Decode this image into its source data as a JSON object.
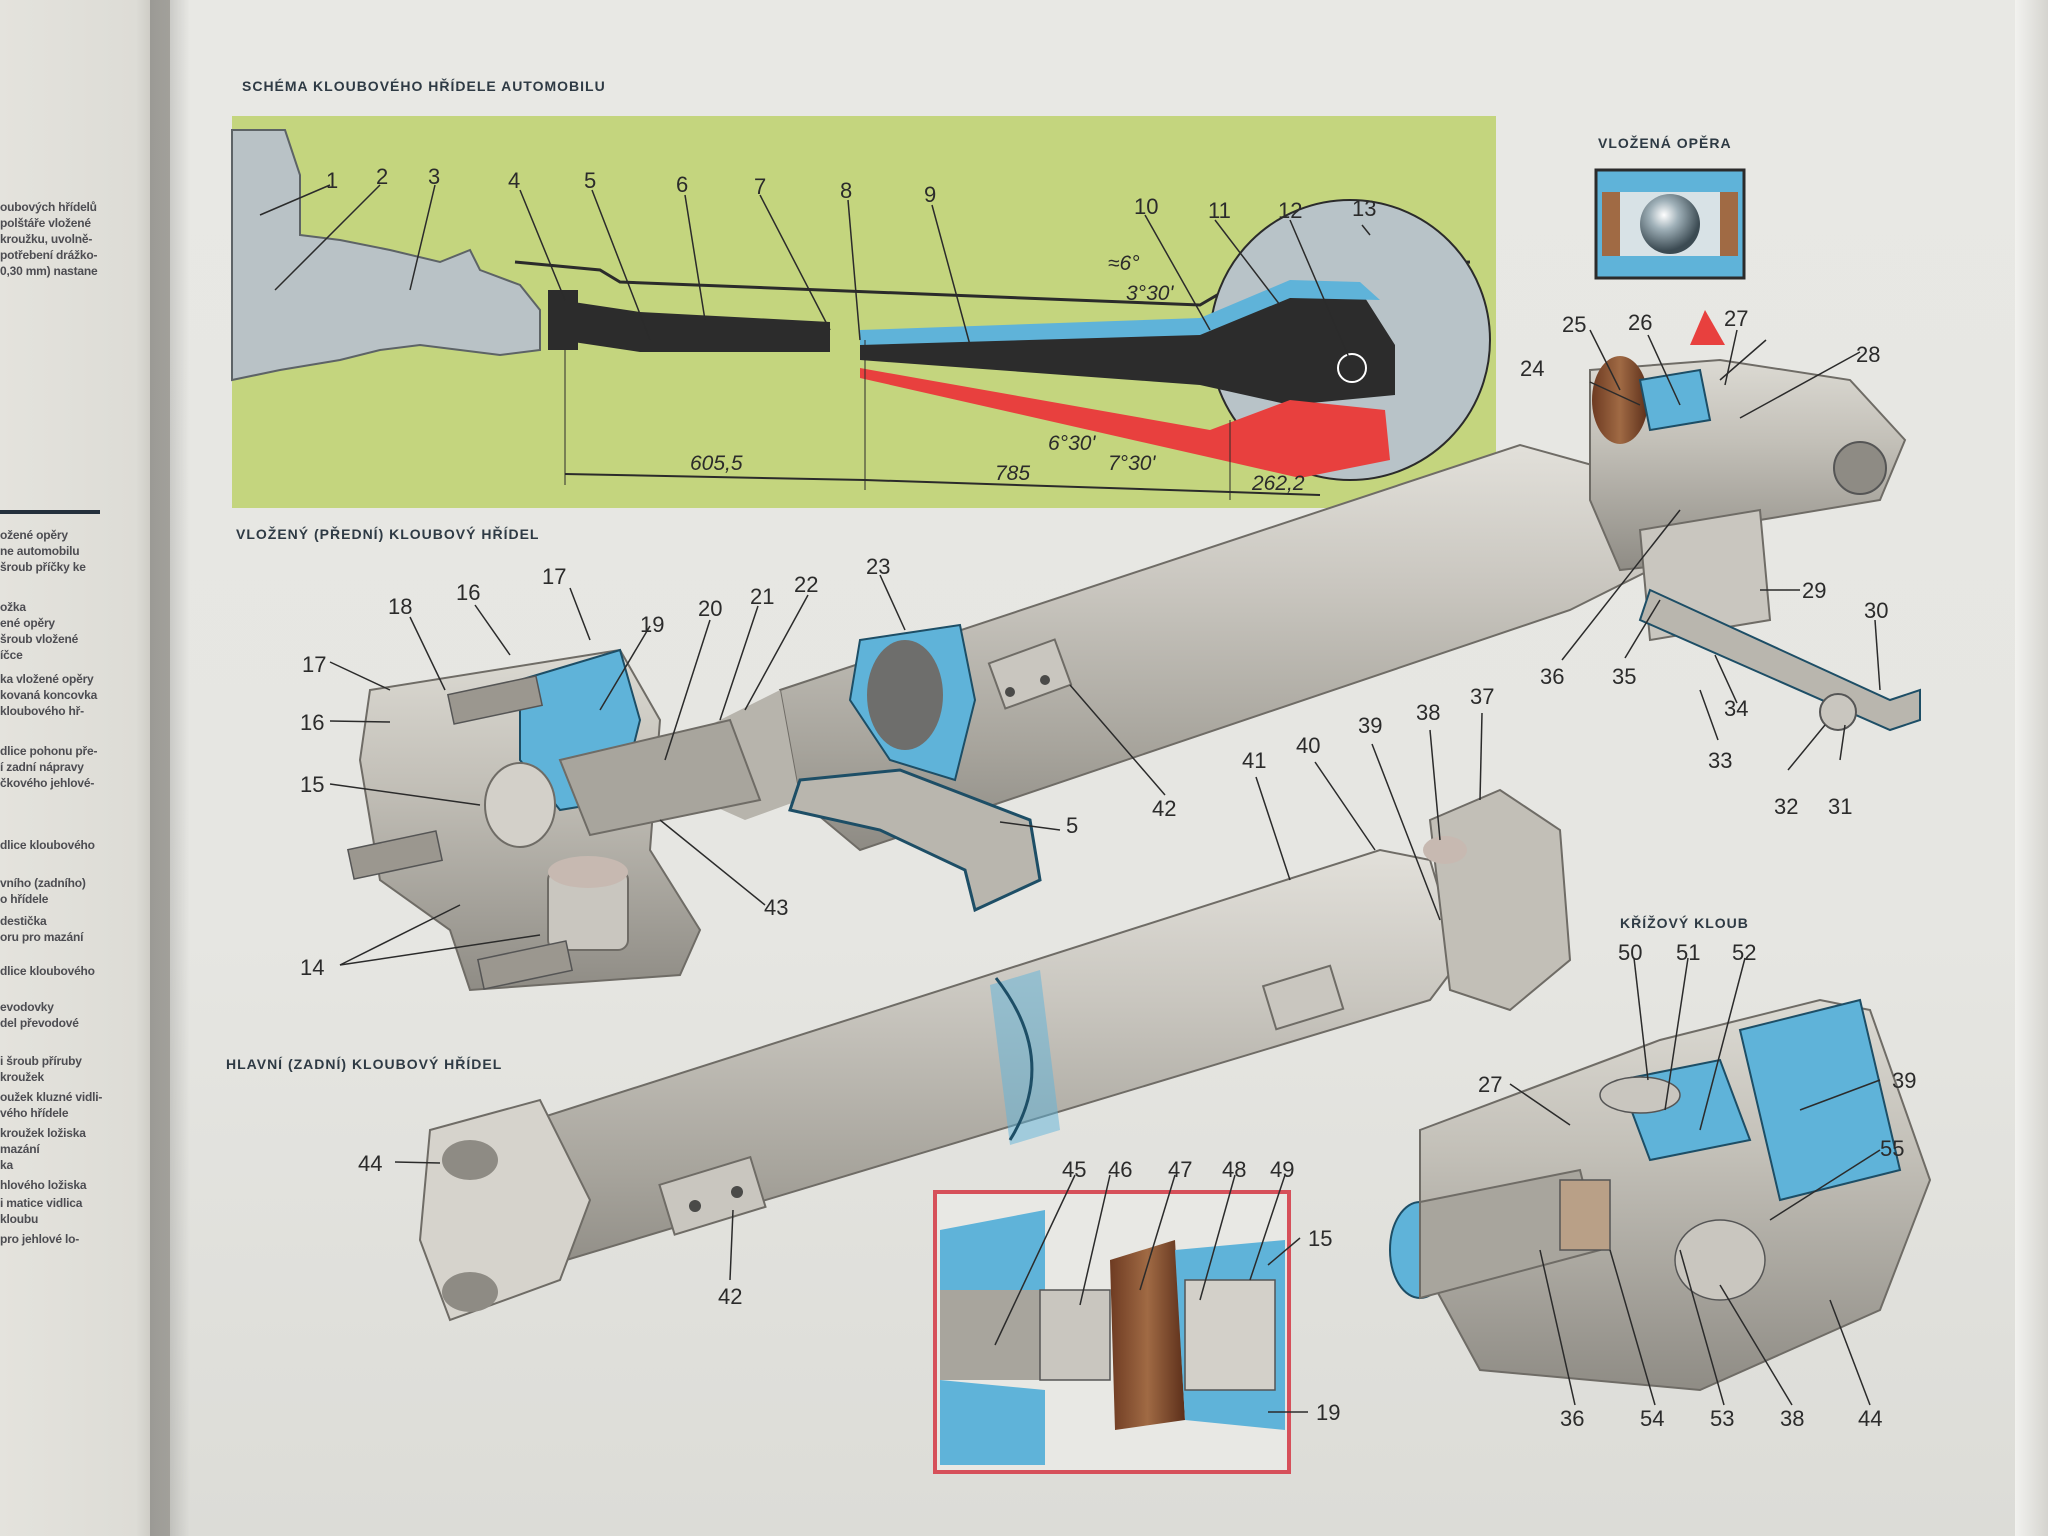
{
  "captions": {
    "scheme": "SCHÉMA KLOUBOVÉHO HŘÍDELE AUTOMOBILU",
    "front_shaft": "VLOŽENÝ (PŘEDNÍ) KLOUBOVÝ HŘÍDEL",
    "rear_shaft": "HLAVNÍ (ZADNÍ) KLOUBOVÝ HŘÍDEL",
    "support": "VLOŽENÁ OPĚRA",
    "cross_joint": "KŘÍŽOVÝ KLOUB"
  },
  "scheme": {
    "part_numbers": [
      "1",
      "2",
      "3",
      "4",
      "5",
      "6",
      "7",
      "8",
      "9",
      "10",
      "11",
      "12",
      "13"
    ],
    "dimensions": [
      "605,5",
      "785",
      "262,2"
    ],
    "angles": [
      "≈6°",
      "3°30'",
      "6°30'",
      "7°30'"
    ]
  },
  "front_shaft_labels": [
    "14",
    "15",
    "16",
    "16",
    "17",
    "17",
    "18",
    "19",
    "20",
    "21",
    "22",
    "23",
    "5",
    "42",
    "43"
  ],
  "support_labels": [
    "24",
    "25",
    "26",
    "27",
    "28",
    "29",
    "30",
    "31",
    "32",
    "33",
    "34",
    "35",
    "36"
  ],
  "rear_shaft_labels": [
    "37",
    "38",
    "39",
    "40",
    "41",
    "42",
    "44"
  ],
  "detail_labels": [
    "45",
    "46",
    "47",
    "48",
    "49",
    "15",
    "19"
  ],
  "cross_joint_labels": [
    "50",
    "51",
    "52",
    "27",
    "39",
    "55",
    "36",
    "54",
    "53",
    "38",
    "44"
  ],
  "left_page_fragments": [
    "oubových hřídelů",
    "polštáře vložené",
    "kroužku, uvolně-",
    "potřebení drážko-",
    "0,30 mm) nastane",
    "ožené opěry",
    "ne automobilu",
    "šroub příčky ke",
    "ožka",
    "ené opěry",
    "šroub vložené",
    "íčce",
    "ka vložené opěry",
    "kovaná koncovka",
    "kloubového hř-",
    "dlice pohonu pře-",
    "í zadní nápravy",
    "čkového jehlové-",
    "dlice kloubového",
    "vního (zadního)",
    "o hřídele",
    "destička",
    "oru pro mazání",
    "dlice kloubového",
    "evodovky",
    "del převodové",
    "i šroub příruby",
    "kroužek",
    "oužek kluzné vidli-",
    "vého hřídele",
    "kroužek ložiska",
    "mazání",
    "ka",
    "hlového ložiska",
    "i matice vidlica",
    "kloubu",
    "pro jehlové lo-"
  ],
  "colors": {
    "scheme_bg": "#c4d57e",
    "highlight_blue": "#5fb3d9",
    "highlight_red": "#e8403e",
    "steel": "#b9b6ae",
    "dark": "#2c2c2c"
  }
}
